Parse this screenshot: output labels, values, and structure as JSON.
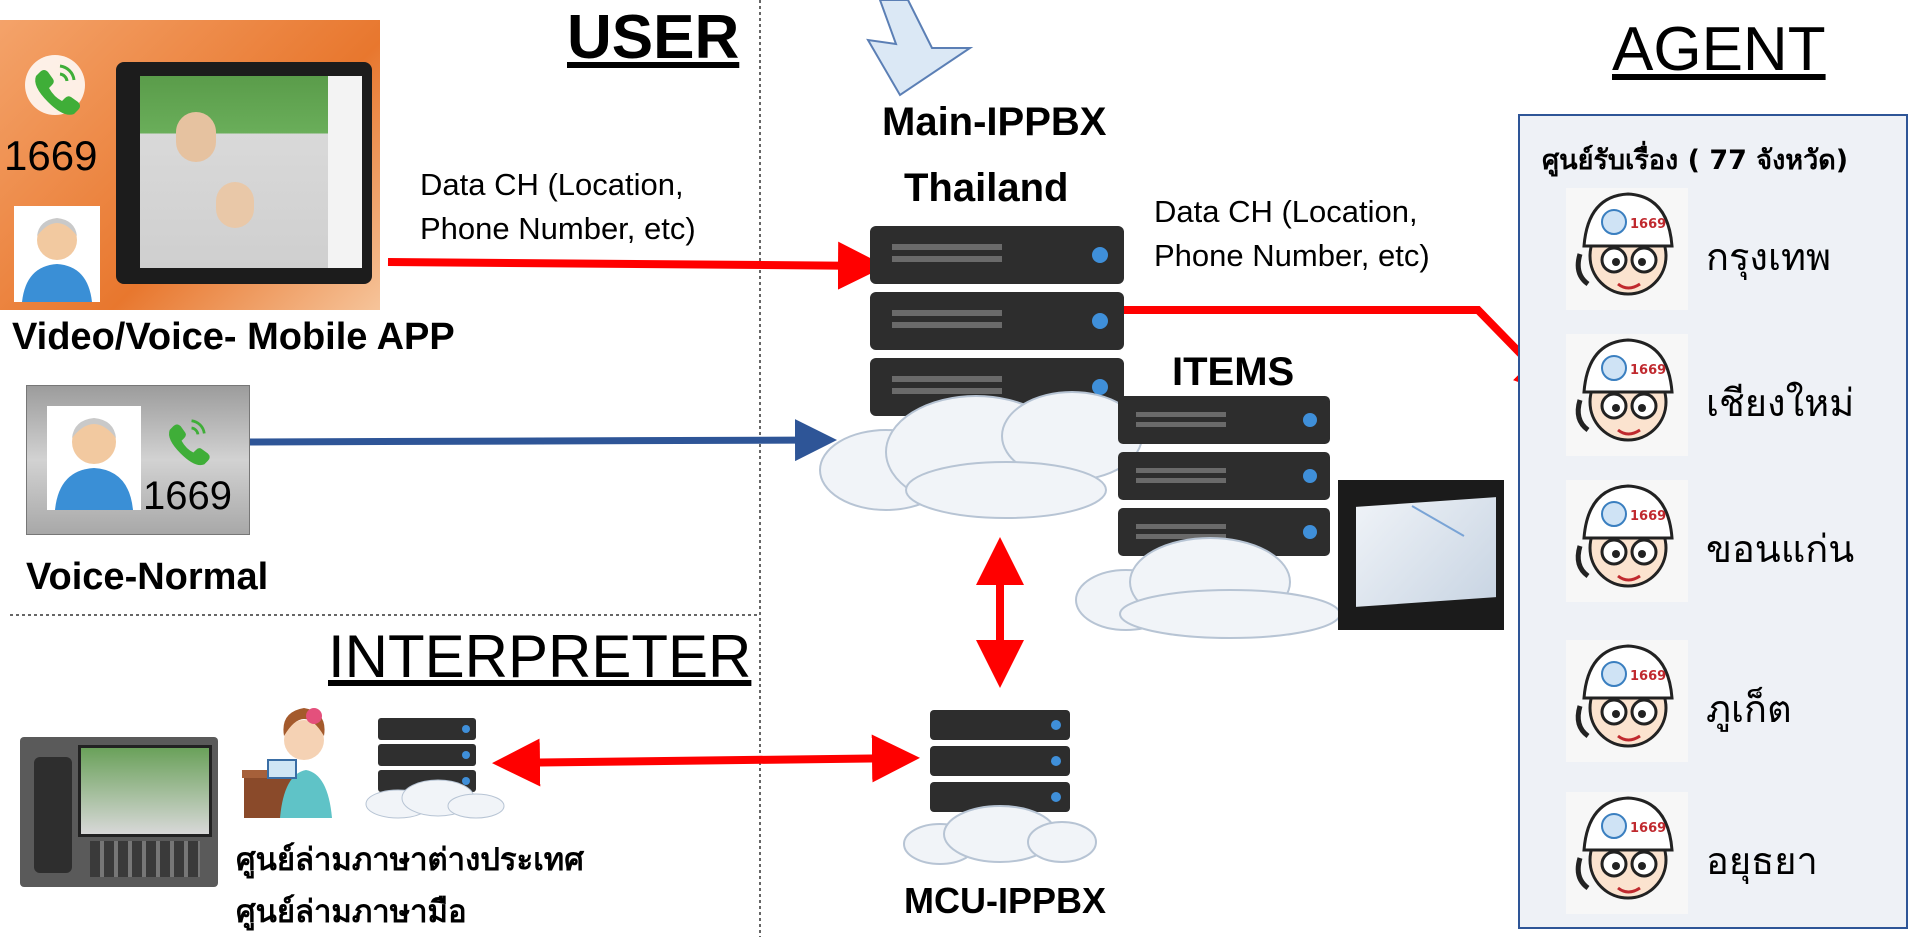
{
  "user": {
    "heading": "USER",
    "mobile_app": {
      "number": "1669",
      "label": "Video/Voice- Mobile APP",
      "channel_text": [
        "Data CH (Location,",
        "Phone Number, etc)"
      ]
    },
    "normal_voice": {
      "number": "1669",
      "label": "Voice-Normal"
    }
  },
  "core": {
    "main_ippbx": {
      "line1": "Main-IPPBX",
      "line2": "Thailand"
    },
    "items": {
      "label": "ITEMS"
    },
    "mcu": {
      "label": "MCU-IPPBX"
    },
    "agent_channel_text": [
      "Data CH (Location,",
      "Phone Number, etc)"
    ]
  },
  "interpreter": {
    "heading": "INTERPRETER",
    "centers": [
      "ศูนย์ล่ามภาษาต่างประเทศ",
      "ศูนย์ล่ามภาษามือ"
    ]
  },
  "agent": {
    "heading": "AGENT",
    "panel_title": "ศูนย์รับเรื่อง ( 77 จังหวัด)",
    "badge_text": "1669",
    "centers": [
      "กรุงเทพ",
      "เชียงใหม่",
      "ขอนแก่น",
      "ภูเก็ต",
      "อยุธยา"
    ]
  },
  "colors": {
    "data_flow": "#ff0000",
    "voice_flow": "#2e5597",
    "panel_border": "#2e5597",
    "panel_fill": "#eef1f6",
    "cloud_arrow": "#dbe8f5"
  }
}
